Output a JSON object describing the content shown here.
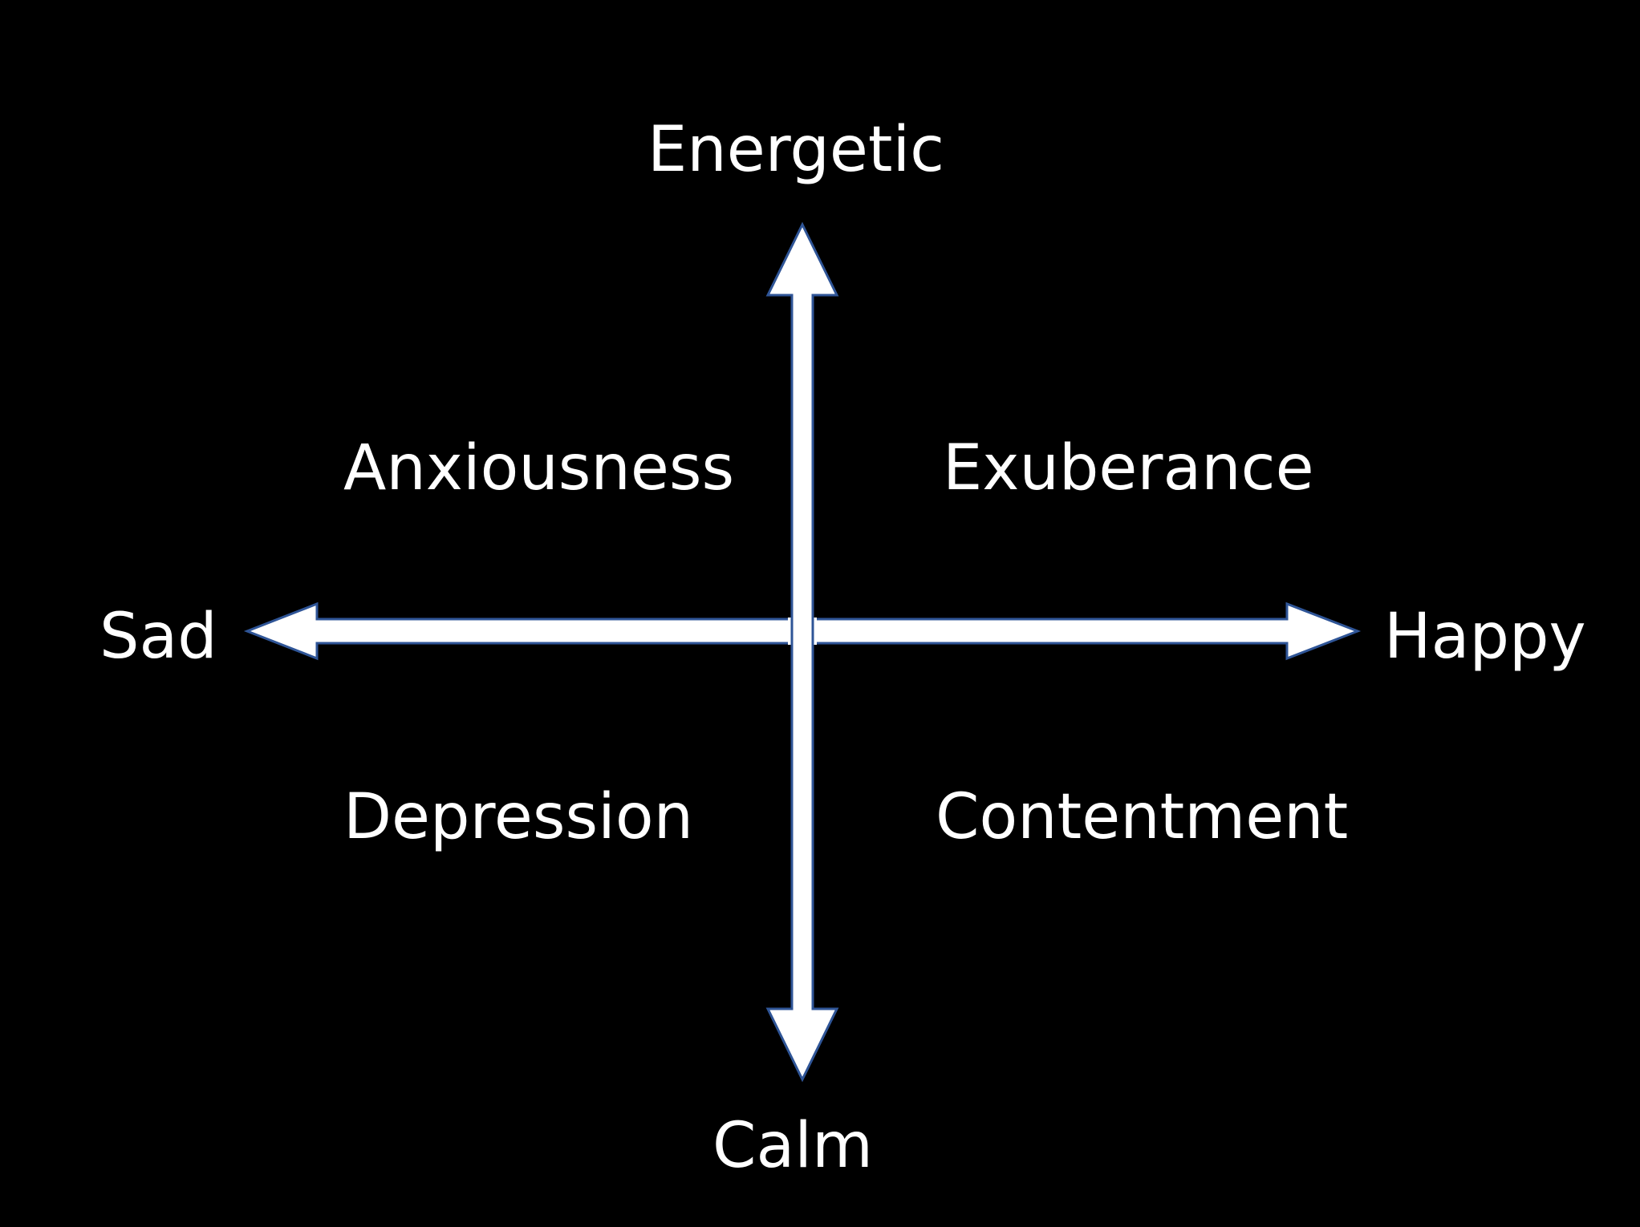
{
  "axes": {
    "top": "Energetic",
    "bottom": "Calm",
    "left": "Sad",
    "right": "Happy"
  },
  "quadrants": {
    "top_left": "Anxiousness",
    "top_right": "Exuberance",
    "bottom_left": "Depression",
    "bottom_right": "Contentment"
  },
  "colors": {
    "background": "#000000",
    "arrow_fill": "#ffffff",
    "arrow_outline": "#2f5597",
    "text": "#ffffff"
  }
}
